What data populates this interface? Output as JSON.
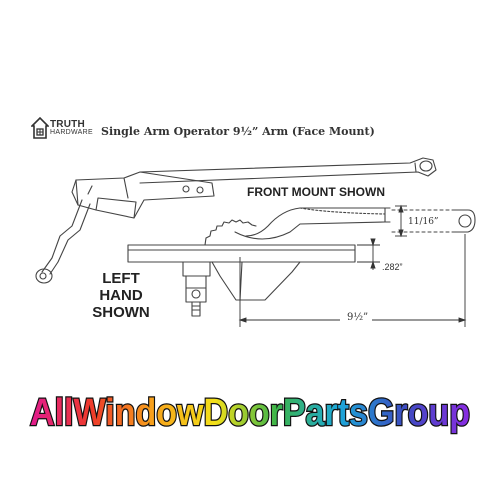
{
  "logo": {
    "brand": "TRUTH",
    "sub": "HARDWARE"
  },
  "title": "Single Arm Operator 9½” Arm (Face Mount)",
  "labels": {
    "front_mount": "FRONT MOUNT SHOWN",
    "hand": [
      "LEFT",
      "HAND",
      "SHOWN"
    ]
  },
  "dimensions": {
    "arm_width": "11/16”",
    "offset": ".282”",
    "arm_length": "9½”"
  },
  "watermark": "AllWindowDoorPartsGroup"
}
